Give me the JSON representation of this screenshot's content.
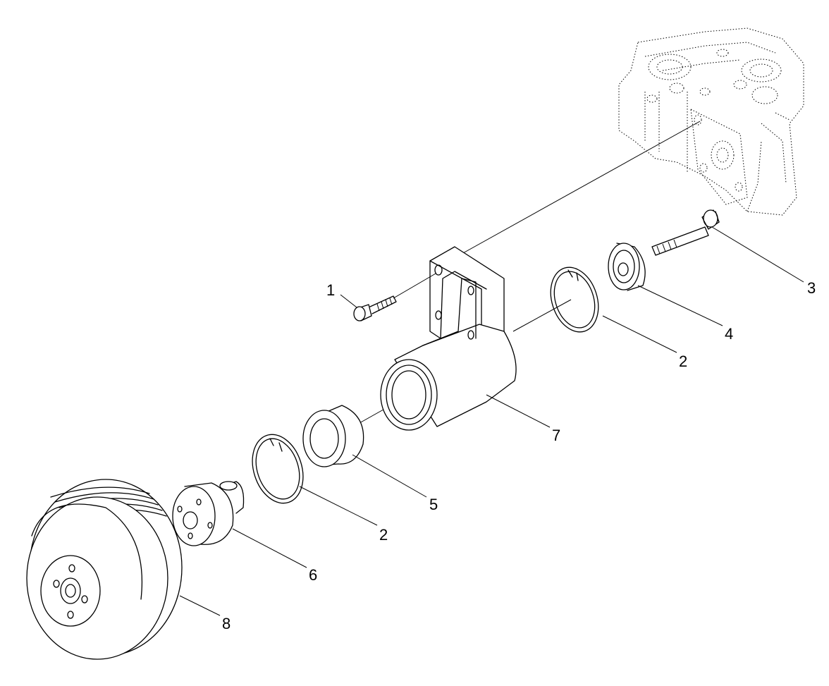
{
  "callouts": {
    "c1": "1",
    "c2a": "2",
    "c2b": "2",
    "c3": "3",
    "c4": "4",
    "c5": "5",
    "c6": "6",
    "c7": "7",
    "c8": "8"
  },
  "colors": {
    "ink": "#000000",
    "background": "#ffffff"
  }
}
